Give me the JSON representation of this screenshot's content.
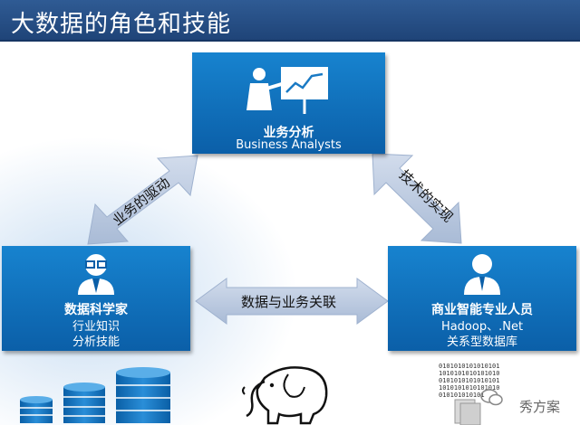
{
  "title": "大数据的角色和技能",
  "nodes": {
    "business": {
      "title": "业务分析",
      "subtitle": "Business Analysts"
    },
    "scientist": {
      "title": "数据科学家",
      "line1": "行业知识",
      "line2": "分析技能"
    },
    "bi": {
      "title": "商业智能专业人员",
      "line1": "Hadoop、.Net",
      "line2": "关系型数据库"
    }
  },
  "edges": {
    "left": "业务的驱动",
    "right": "技术的实现",
    "bottom": "数据与业务关联"
  },
  "decor": {
    "binary": [
      "0101010101010101",
      "1010101010101010",
      "0101010101010101",
      "1010101010101010",
      "010101010101"
    ]
  },
  "watermark": "秀方案",
  "colors": {
    "box": "#0b6fbf",
    "arrow": "#b7c7de",
    "title_bar": "#2f5b94"
  }
}
